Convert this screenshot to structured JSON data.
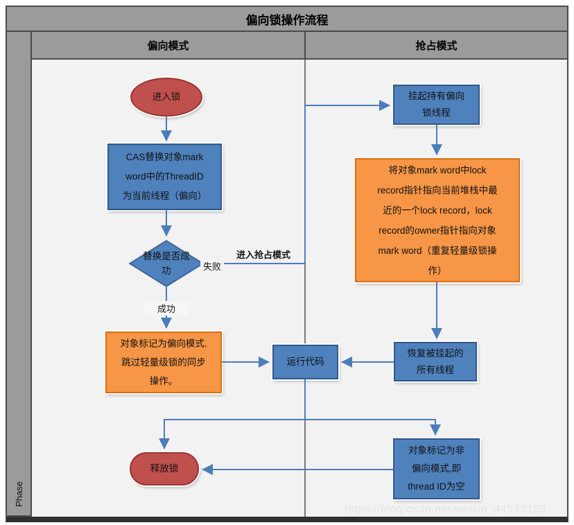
{
  "title": "偏向锁操作流程",
  "lanes": {
    "phase_label": "Phase",
    "left_header": "偏向模式",
    "right_header": "抢占模式"
  },
  "nodes": {
    "start": "进入锁",
    "cas": "CAS替换对象mark\nword中的ThreadID\n为当前线程（偏向）",
    "decision": "替换是否成\n功",
    "biased_mark": "对象标记为偏向模式.\n跳过轻量级锁的同步\n操作。",
    "run_code": "运行代码",
    "release": "释放锁",
    "suspend": "挂起持有偏向\n锁线程",
    "lock_record": "将对象mark word中lock\nrecord指针指向当前堆栈中最\n近的一个lock record，lock\nrecord的owner指针指向对象\nmark word（重复轻量级锁操\n作）",
    "resume": "恢复被挂起的\n所有线程",
    "unbias": "对象标记为非\n偏向模式,即\nthread ID为空"
  },
  "edge_labels": {
    "success": "成功",
    "fail": "失败",
    "enter_preempt": "进入抢占模式"
  },
  "edges": [
    {
      "from": "start",
      "to": "cas"
    },
    {
      "from": "cas",
      "to": "decision"
    },
    {
      "from": "decision",
      "to": "biased_mark",
      "label": "成功"
    },
    {
      "from": "decision",
      "to": "suspend",
      "label": "失败 / 进入抢占模式"
    },
    {
      "from": "biased_mark",
      "to": "run_code"
    },
    {
      "from": "suspend",
      "to": "lock_record"
    },
    {
      "from": "lock_record",
      "to": "resume"
    },
    {
      "from": "resume",
      "to": "run_code"
    },
    {
      "from": "run_code",
      "to": "release"
    },
    {
      "from": "run_code",
      "to": "unbias"
    },
    {
      "from": "unbias",
      "to": "release"
    }
  ],
  "watermark": "https://blog.csdn.net/weixin_44533129",
  "colors": {
    "node_blue": "#4f81bd",
    "node_blue_border": "#30588c",
    "node_orange": "#f79646",
    "node_orange_border": "#d96f14",
    "node_red": "#c0504d",
    "node_red_border": "#9a3532",
    "arrow_blue": "#4a7dba",
    "lane_gray": "#9b9b9b",
    "canvas_gray": "#f2f2f2",
    "frame_border": "#4a4a4a"
  }
}
